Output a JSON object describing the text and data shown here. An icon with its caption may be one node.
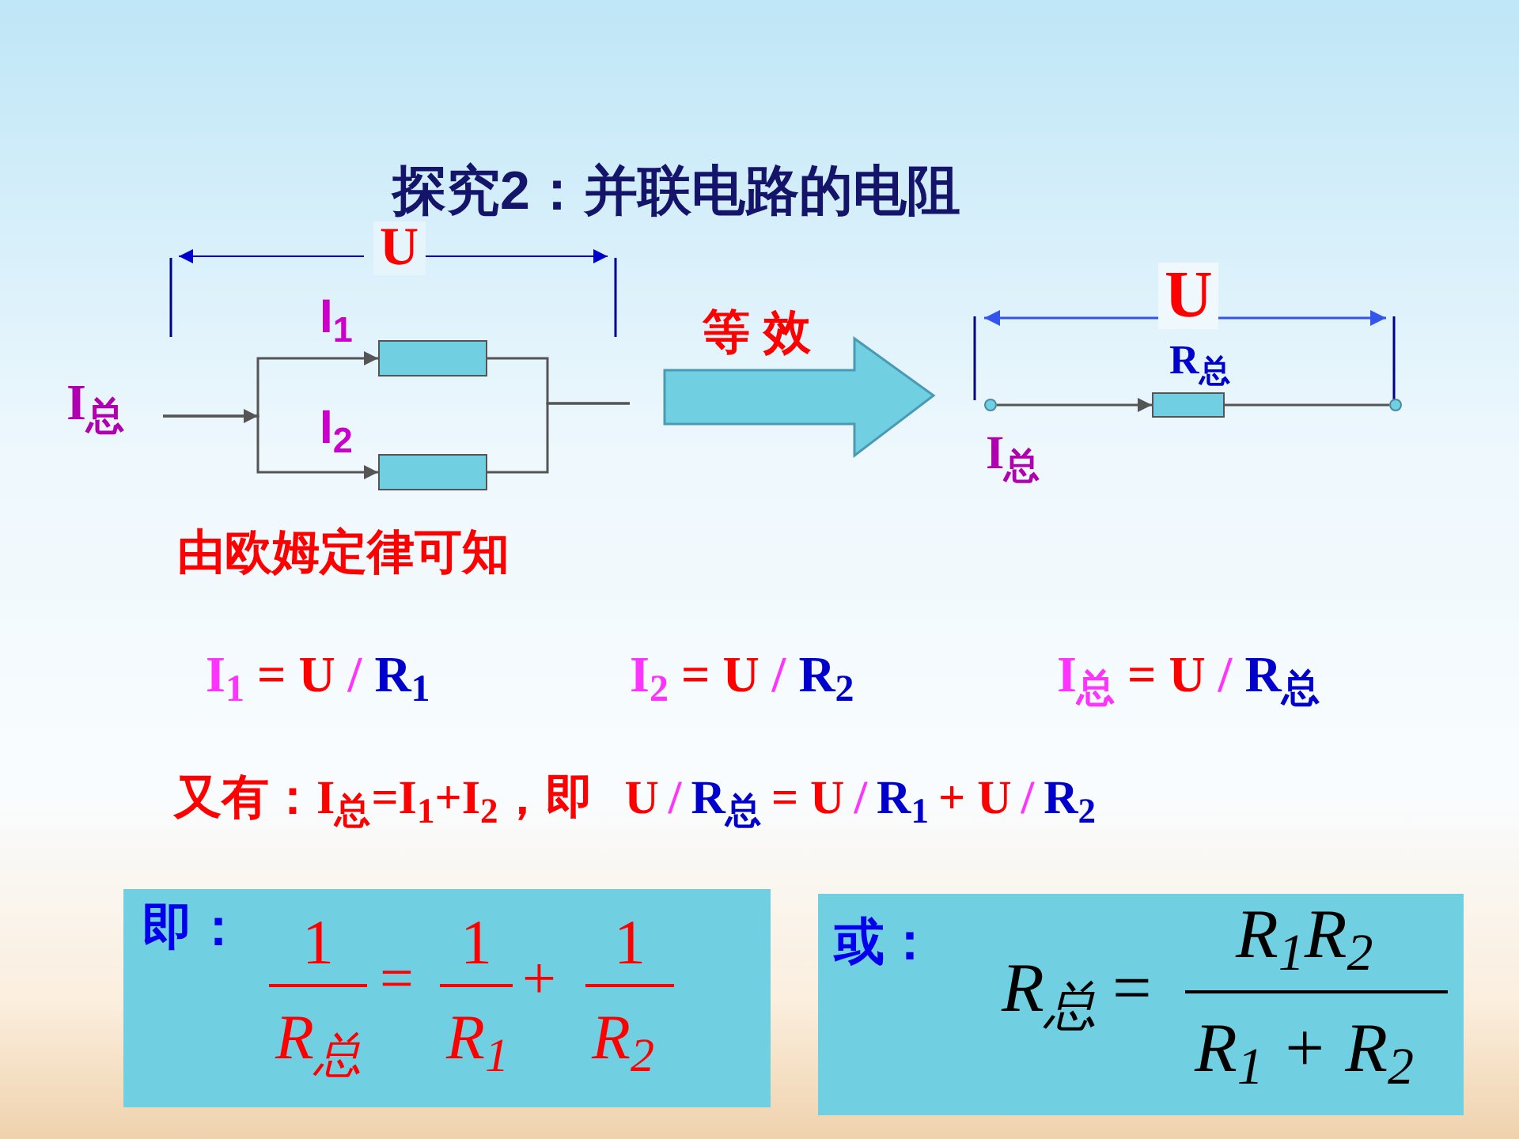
{
  "diagram": {
    "title": "探究2：并联电路的电阻",
    "nodes": [
      {
        "text": [],
        "shape": "box"
      },
      {
        "text": [],
        "shape": "box"
      },
      {
        "text": [
          "等 效"
        ]
      },
      {
        "text": [],
        "shape": "circle"
      },
      {
        "text": [],
        "shape": "box",
        "beside": [
          "R$_{总}$"
        ]
      },
      {
        "text": [],
        "shape": "circle"
      },
      {
        "text": [
          "即：",
          "1",
          "R$_{总}$",
          "=",
          "1",
          "R$_{1}$",
          "+",
          "1",
          "R$_{2}$"
        ]
      },
      {
        "text": [
          "或：",
          "R$_{总}$",
          "=",
          "R$_{1}$R$_{2}$",
          "R$_{1}$ + R$_{2}$"
        ]
      }
    ],
    "edges": [
      {
        "from": null,
        "to": 0,
        "arrow": "to"
      },
      {
        "from": null,
        "to": 1,
        "arrow": "to"
      },
      {
        "from": 0,
        "to": null,
        "arrow": "none"
      },
      {
        "from": 1,
        "to": null,
        "arrow": "none"
      },
      {
        "from": 3,
        "to": 4,
        "arrow": "to"
      },
      {
        "from": 4,
        "to": 5,
        "arrow": "none"
      }
    ],
    "labels": [
      "U",
      "I$_{1}$",
      "I$_{总}$",
      "I$_{2}$",
      "U",
      "I$_{总}$",
      "由欧姆定律可知",
      "I$_{1}$",
      "= U",
      "/",
      "R$_{1}$",
      "I$_{2}$",
      "= U",
      "/",
      "R$_{2}$",
      "I$_{总}$",
      "= U",
      "/",
      "R$_{总}$",
      "又有：I$_{总}$=I$_{1}$+I$_{2}$，即",
      "U",
      "/",
      "R$_{总}$",
      "= U",
      "/",
      "R$_{1}$",
      "+ U",
      "/",
      "R$_{2}$"
    ]
  }
}
